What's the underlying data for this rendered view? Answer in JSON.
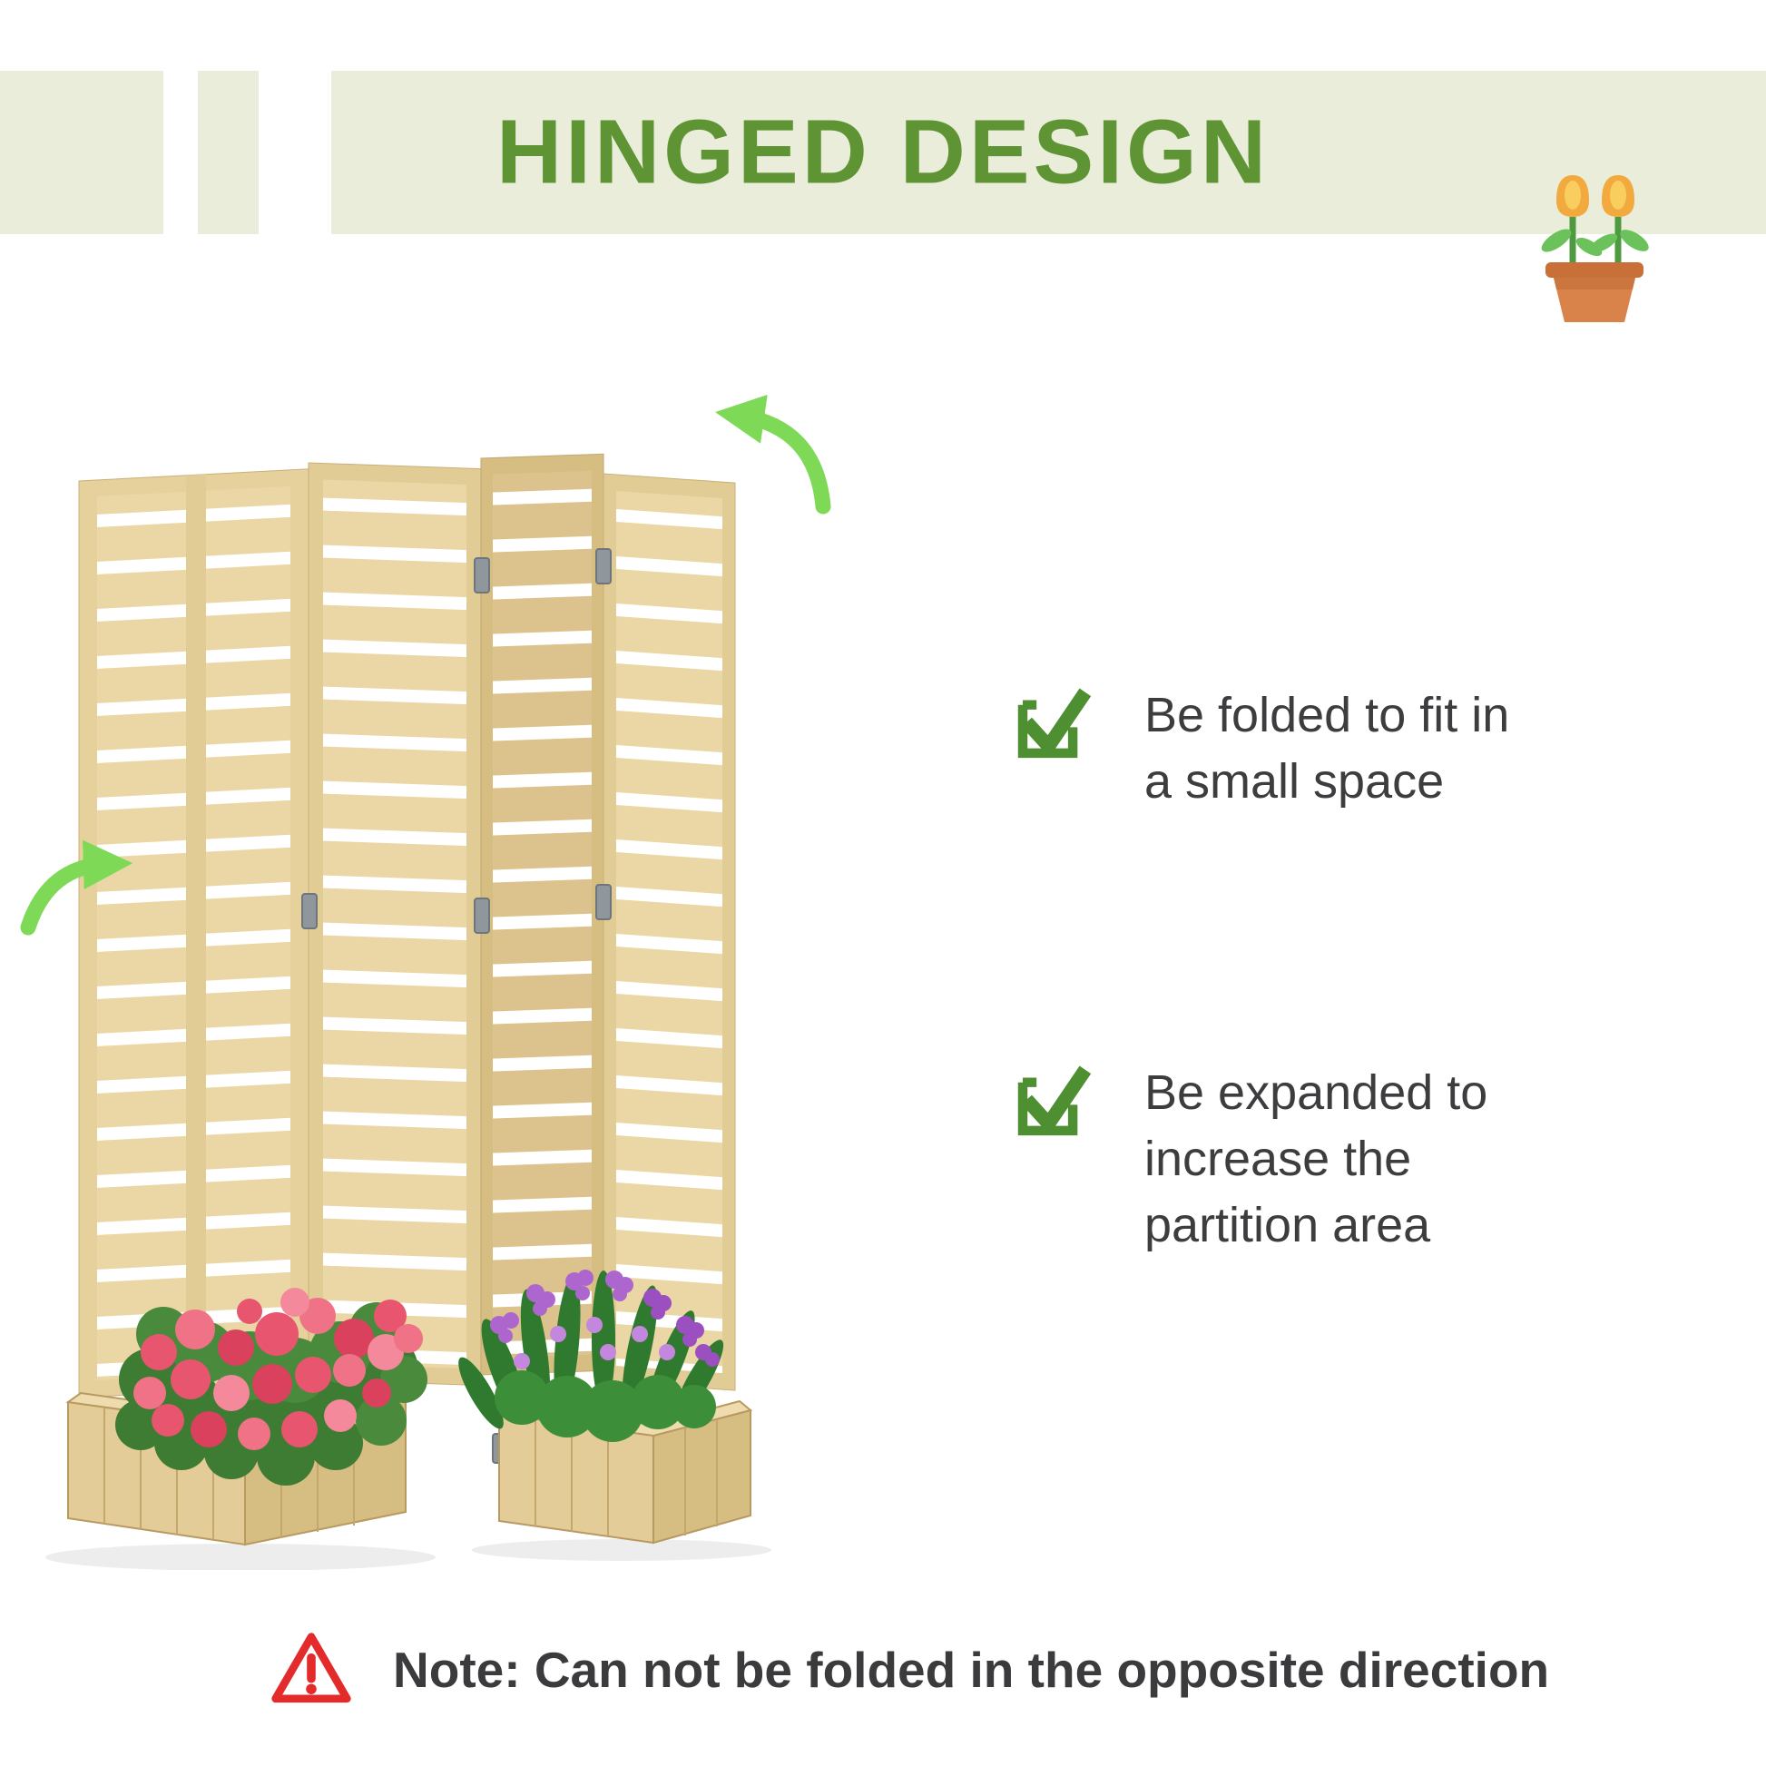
{
  "header": {
    "title": "HINGED DESIGN"
  },
  "features": [
    {
      "lines": [
        "Be folded to fit in",
        "a small space"
      ]
    },
    {
      "lines": [
        "Be expanded to",
        "increase the",
        "partition area"
      ]
    }
  ],
  "note": "Note: Can not be folded in the opposite direction",
  "icons": {
    "header_icon": "potted-tulips-icon",
    "feature_icon": "checkbox-check-icon",
    "note_icon": "warning-triangle-icon",
    "illustration": "hinged-privacy-screen-with-planters",
    "arrows": "fold-direction-arrows"
  },
  "colors": {
    "banner_bg": "#e9edda",
    "title_green": "#5f9434",
    "check_green": "#4d8f31",
    "warning_red": "#e32b2b",
    "text_dark": "#3d3d40",
    "arrow_green": "#7ed957",
    "wood_light": "#ead7a5",
    "wood_mid": "#dcc28c"
  }
}
